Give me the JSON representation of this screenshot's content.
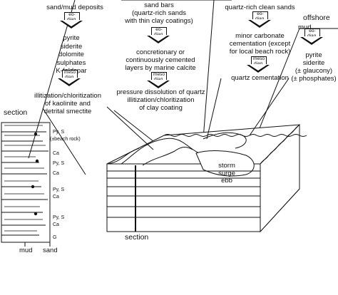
{
  "col1": {
    "heading": "sand/mud deposits",
    "eodiag": "eo-\ndiag.",
    "items": [
      "pyrite",
      "siderite",
      "dolomite",
      "sulphates",
      "K-feldspar"
    ],
    "mesodiag": "meso\ndiag.",
    "late": [
      "illitization/chloritization",
      "of kaolinite and",
      "detrital smectite"
    ]
  },
  "col2": {
    "heading": [
      "sand bars",
      "(quartz-rich sands",
      "with thin clay coatings)"
    ],
    "eodiag": "eo-\ndiag.",
    "items": [
      "concretionary or",
      "continuously cemented",
      "layers by marine calcite"
    ],
    "mesodiag": "meso\ndiag.",
    "late": [
      "pressure dissolution of quartz",
      "illitization/chloritization",
      "of clay coating"
    ]
  },
  "col3": {
    "heading": "quartz-rich clean sands",
    "eodiag": "eo-\ndiag.",
    "items": [
      "minor carbonate",
      "cementation (except",
      "for local beach rock)"
    ],
    "mesodiag": "meso\ndiag.",
    "late": [
      "quartz cementation"
    ]
  },
  "col4": {
    "heading": "offshore",
    "sub": "mud",
    "eodiag": "eo-\ndiag.",
    "items": [
      "pyrite",
      "siderite",
      "(± glaucony)",
      "(± phosphates)"
    ]
  },
  "section_log": {
    "title": "section",
    "labels": [
      "Py, S",
      "(±beach rock)",
      "Ca",
      "Py, S",
      "Ca",
      "Py, S",
      "Ca",
      "Py, S",
      "Ca",
      "G"
    ],
    "axis": [
      "mud",
      "sand"
    ]
  },
  "block": {
    "storm_labels": [
      "storm",
      "surge",
      "ebb"
    ],
    "section_label": "section"
  }
}
